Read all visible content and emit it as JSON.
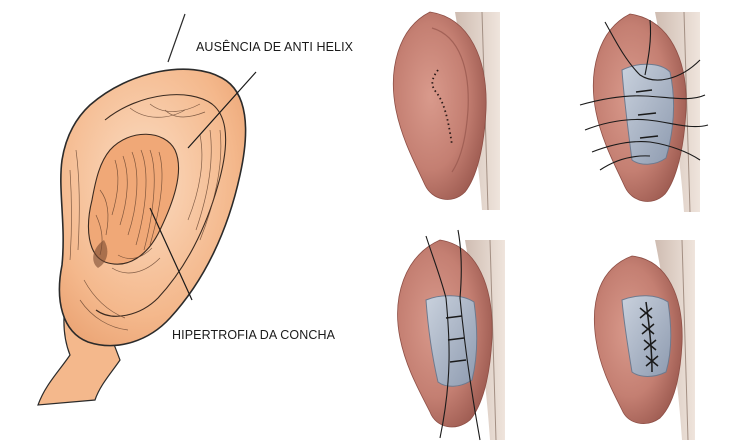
{
  "annotations": {
    "anti_helix": "AUSÊNCIA DE ANTI HELIX",
    "concha": "HIPERTROFIA DA CONCHA"
  },
  "colors": {
    "skin_sketch": "#f4b88c",
    "skin_sketch_light": "#fbd9bd",
    "skin_photo": "#c9857a",
    "skin_photo_dark": "#a9625a",
    "cartilage": "#aab4c4",
    "head_side": "#e0d2c8",
    "line": "#2b2b2b"
  },
  "panels": [
    {
      "step": "incision-marked"
    },
    {
      "step": "sutures-placed"
    },
    {
      "step": "sutures-tightened"
    },
    {
      "step": "sutures-tied"
    }
  ]
}
